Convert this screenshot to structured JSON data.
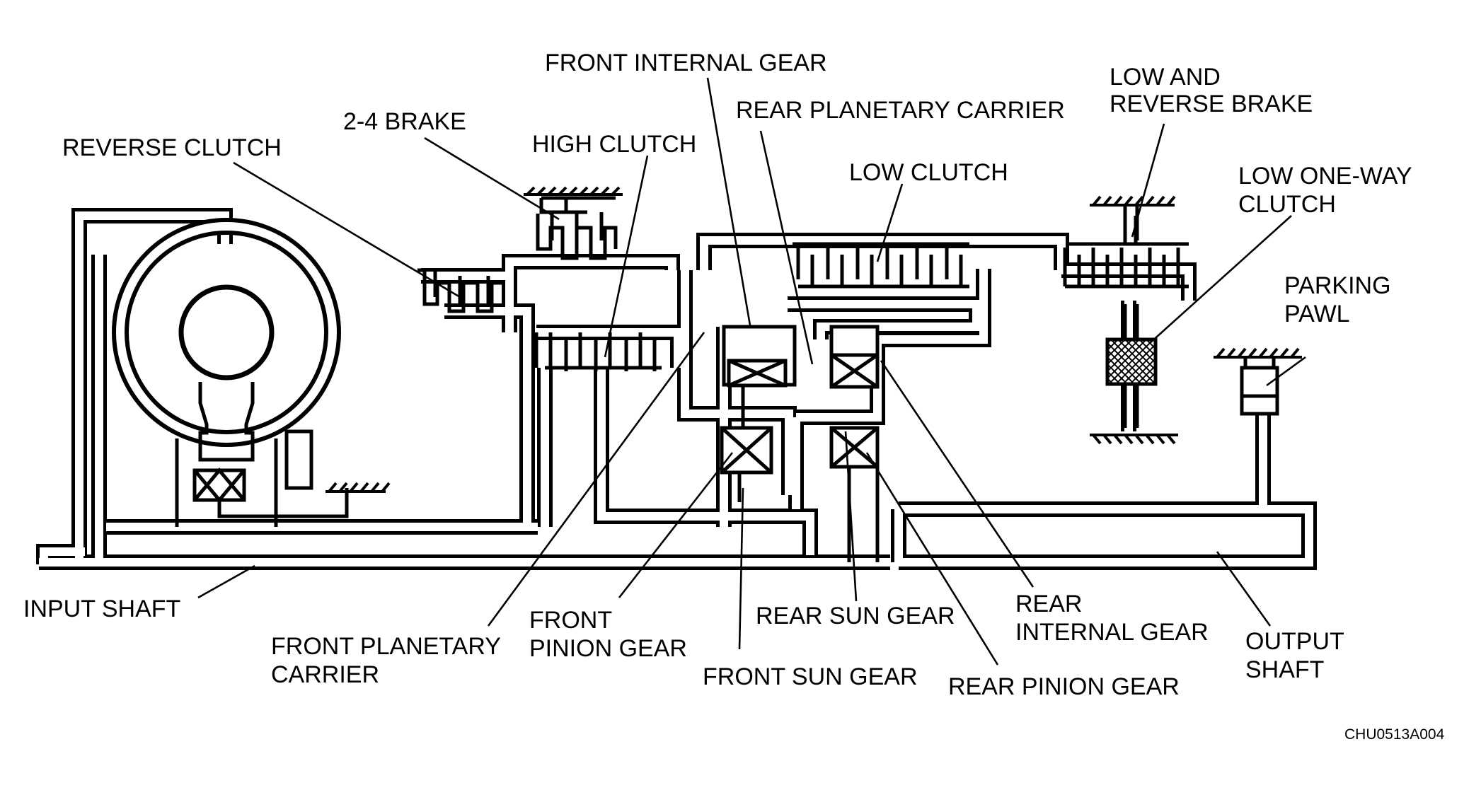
{
  "labels": {
    "front_internal_gear": "FRONT INTERNAL GEAR",
    "rear_planetary_carrier": "REAR PLANETARY CARRIER",
    "low_and_reverse_brake_1": "LOW AND",
    "low_and_reverse_brake_2": "REVERSE BRAKE",
    "brake_2_4": "2-4 BRAKE",
    "high_clutch": "HIGH CLUTCH",
    "reverse_clutch": "REVERSE CLUTCH",
    "low_clutch": "LOW CLUTCH",
    "low_one_way_clutch_1": "LOW ONE-WAY",
    "low_one_way_clutch_2": "CLUTCH",
    "parking_pawl_1": "PARKING",
    "parking_pawl_2": "PAWL",
    "input_shaft": "INPUT SHAFT",
    "front_planetary_carrier_1": "FRONT PLANETARY",
    "front_planetary_carrier_2": "CARRIER",
    "front_pinion_gear_1": "FRONT",
    "front_pinion_gear_2": "PINION GEAR",
    "rear_sun_gear": "REAR SUN GEAR",
    "rear_internal_gear_1": "REAR",
    "rear_internal_gear_2": "INTERNAL GEAR",
    "front_sun_gear": "FRONT SUN GEAR",
    "rear_pinion_gear": "REAR PINION GEAR",
    "output_shaft_1": "OUTPUT",
    "output_shaft_2": "SHAFT"
  },
  "figure_code": "CHU0513A004"
}
